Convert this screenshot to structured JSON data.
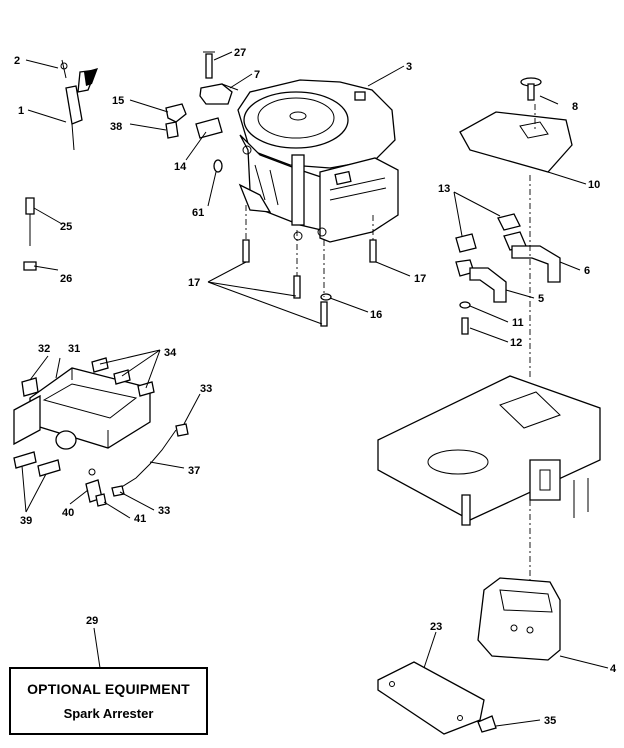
{
  "callouts": {
    "c1": "1",
    "c2": "2",
    "c3": "3",
    "c4": "4",
    "c5": "5",
    "c6": "6",
    "c7": "7",
    "c8": "8",
    "c10": "10",
    "c11": "11",
    "c12": "12",
    "c13": "13",
    "c14": "14",
    "c15": "15",
    "c16": "16",
    "c17a": "17",
    "c17b": "17",
    "c23": "23",
    "c25": "25",
    "c26": "26",
    "c27": "27",
    "c29": "29",
    "c31": "31",
    "c32": "32",
    "c33a": "33",
    "c33b": "33",
    "c34": "34",
    "c35": "35",
    "c37": "37",
    "c38": "38",
    "c39": "39",
    "c40": "40",
    "c41": "41",
    "c61": "61"
  },
  "optional_box": {
    "title": "OPTIONAL EQUIPMENT",
    "subtitle": "Spark Arrester"
  }
}
